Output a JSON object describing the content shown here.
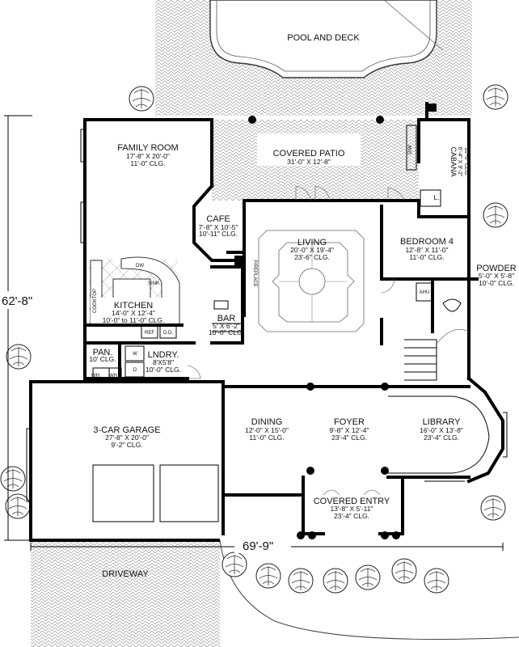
{
  "labels": {
    "pool_deck": "POOL AND DECK",
    "family_room": {
      "name": "FAMILY ROOM",
      "dims": "17'-8\" X 20'-0\"",
      "clg": "11'-0\" CLG."
    },
    "covered_patio": {
      "name": "COVERED PATIO",
      "dims": "31'-0\" X 12'-8\""
    },
    "cabana": {
      "name": "CABANA",
      "dims": "6'-4\" X 9'-2\"",
      "clg": "10'-0\" CLG."
    },
    "cafe": {
      "name": "CAFE",
      "dims": "7'-8\" X 10'-5\"",
      "clg": "10'-11\" CLG."
    },
    "living": {
      "name": "LIVING",
      "dims": "20'-0\" X 19'-4\"",
      "clg": "23'-6\" CLG."
    },
    "bedroom4": {
      "name": "BEDROOM  4",
      "dims": "12'-8\" X 11'-0\"",
      "clg": "11'-0\" CLG."
    },
    "powder": {
      "name": "POWDER",
      "dims": "5'-0\" X 5'-8\"",
      "clg": "10'-0\" CLG."
    },
    "kitchen": {
      "name": "KITCHEN",
      "dims": "14'-0\" X 12'-4\"",
      "clg": "10'-0\" to 11'-0\" CLG."
    },
    "bar": {
      "name": "BAR",
      "dims": "5' X 6'-2\"",
      "clg": "10'-0\" CLG."
    },
    "pantry": {
      "name": "PAN.",
      "clg": "10' CLG."
    },
    "laundry": {
      "name": "LNDRY.",
      "dims": "8'X5'8\"",
      "clg": "10'-0\" CLG."
    },
    "garage": {
      "name": "3-CAR GARAGE",
      "dims": "27'-8\" X 20'-0\"",
      "clg": "9'-2\" CLG."
    },
    "dining": {
      "name": "DINING",
      "dims": "12'-0\" X 15'-0\"",
      "clg": "11'-0\" CLG."
    },
    "foyer": {
      "name": "FOYER",
      "dims": "9'-8\" X 12'-4\"",
      "clg": "23'-4\" CLG."
    },
    "library": {
      "name": "LIBRARY",
      "dims": "16'-0\" X 13'-8\"",
      "clg": "23'-4\" CLG."
    },
    "covered_entry": {
      "name": "COVERED ENTRY",
      "dims": "13'-8\" X 5'-11\"",
      "clg": "23'-4\" CLG."
    },
    "driveway": "DRIVEWAY",
    "dim_height": "62'-8\"",
    "dim_width": "69'-9\"",
    "fixtures": {
      "dw": "DW",
      "sink": "SINK",
      "cooktop": "COOKTOP",
      "ref": "REF",
      "dd": "D.D.",
      "fireplace": "FIREPLACE",
      "ahu": "AHU",
      "wh": "WH",
      "d": "D",
      "w": "W",
      "l": "L.",
      "dvd": "D/W"
    }
  }
}
